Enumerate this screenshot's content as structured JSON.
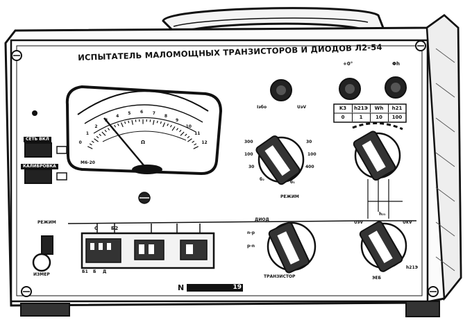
{
  "device": {
    "title": "ИСПЫТАТЕЛЬ МАЛОМОЩНЫХ ТРАНЗИСТОРОВ И ДИОДОВ Л2-54",
    "serial_prefix": "N",
    "serial_year": "19"
  },
  "meter": {
    "maker_mark": "M6-20",
    "scale_numbers": [
      "0",
      "1",
      "2",
      "3",
      "4",
      "5",
      "6",
      "7",
      "8",
      "9",
      "10",
      "11",
      "12"
    ],
    "symbol": "Ω"
  },
  "left_panel": {
    "power_label": "СЕТЬ ВКЛ",
    "calibrate_label": "КАЛИБРОВКА",
    "mode_label": "РЕЖИМ",
    "mode_switch_label": "ИЗМЕР"
  },
  "top_knobs": {
    "center_labels": [
      "Iэбо",
      "UэV"
    ],
    "right_labels": [
      "+0°",
      "Φh"
    ]
  },
  "range_switch": {
    "labels_left": [
      "300",
      "100",
      "30"
    ],
    "labels_right": [
      "30",
      "100",
      "400"
    ],
    "bottom_labels": [
      "б₂",
      "б₁"
    ]
  },
  "h_table": {
    "row1": [
      "K3",
      "h21Э",
      "Wh",
      "h21"
    ],
    "row2": [
      "0",
      "1",
      "10",
      "100"
    ]
  },
  "mode_switch": {
    "label": "РЕЖИМ",
    "top": "ДИОД",
    "left": [
      "n-p",
      "p-n"
    ],
    "bottom": "ТРАНЗИСТОР"
  },
  "right_switch": {
    "labels": [
      "UэV",
      "UкV",
      "h₂₁",
      "h21Э",
      "ЭЕБ"
    ]
  },
  "socket": {
    "top_labels": [
      "С",
      "Б2"
    ],
    "bottom_labels": [
      "Б1",
      "Б",
      "Д"
    ]
  }
}
